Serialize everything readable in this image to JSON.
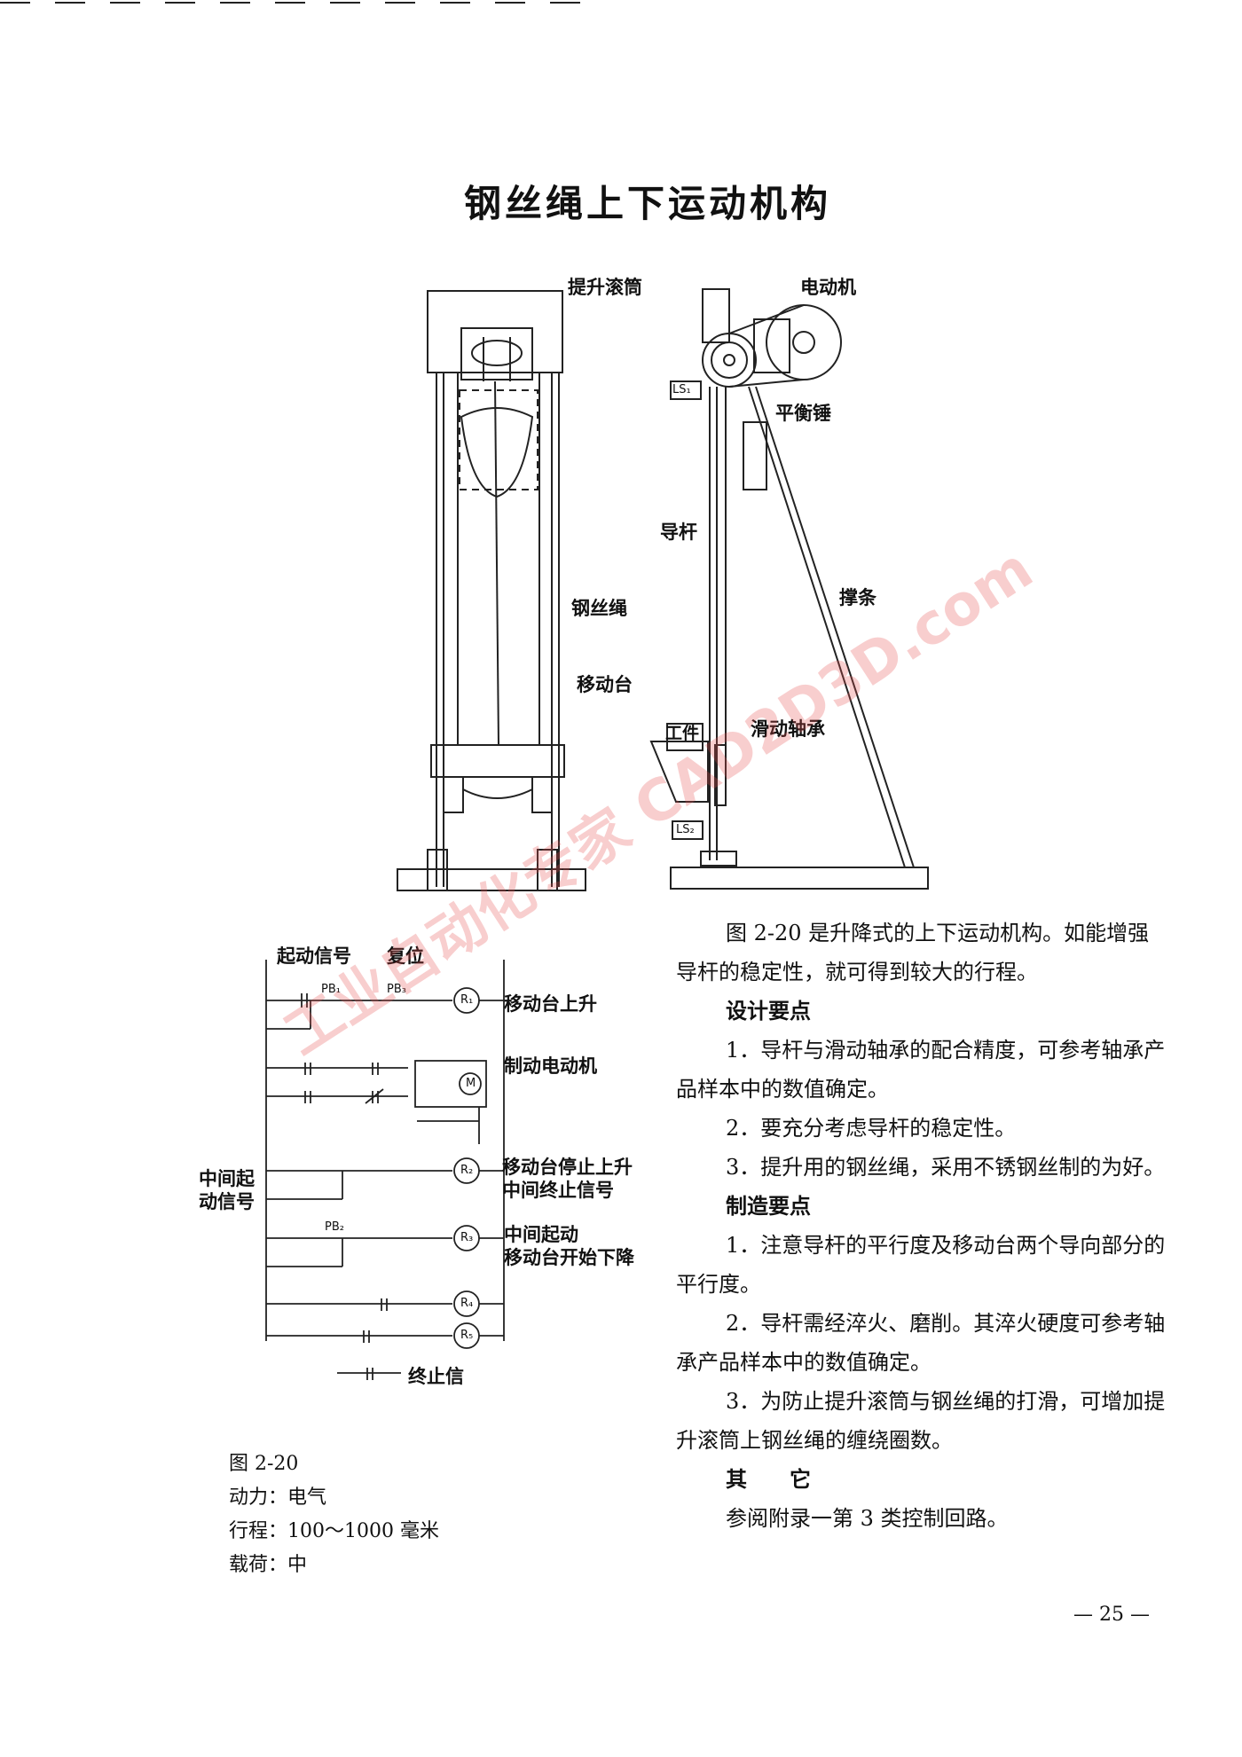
{
  "page": {
    "title": "钢丝绳上下运动机构",
    "page_number": "— 25 —"
  },
  "figure": {
    "labels": {
      "drum": "提升滚筒",
      "motor": "电动机",
      "ls1": "LS₁",
      "counterweight": "平衡锤",
      "guide_rod": "导杆",
      "strut": "撑条",
      "wire_rope": "钢丝绳",
      "moving_table": "移动台",
      "workpiece": "工件",
      "slide_bearing": "滑动轴承",
      "ls2": "LS₂"
    }
  },
  "circuit": {
    "labels": {
      "start_signal": "起动信号",
      "reset": "复位",
      "table_up": "移动台上升",
      "brake_motor": "制动电动机",
      "stop_rise": "移动台停止上升",
      "mid_stop_signal": "中间终止信号",
      "mid_start_signal": "中间起动信号",
      "mid_start": "中间起动",
      "table_down": "移动台开始下降",
      "end_value": "终止信",
      "pb1": "PB₁",
      "pb3": "PB₃",
      "pb2": "PB₂",
      "r1": "R₁",
      "r2": "R₂",
      "r3": "R₃",
      "r4": "R₄",
      "r5": "R₅",
      "m": "M"
    }
  },
  "text": {
    "intro": "图 2-20 是升降式的上下运动机构。如能增强导杆的稳定性，就可得到较大的行程。",
    "design_heading": "设计要点",
    "design": [
      "1．导杆与滑动轴承的配合精度，可参考轴承产品样本中的数值确定。",
      "2．要充分考虑导杆的稳定性。",
      "3．提升用的钢丝绳，采用不锈钢丝制的为好。"
    ],
    "mfg_heading": "制造要点",
    "mfg": [
      "1．注意导杆的平行度及移动台两个导向部分的平行度。",
      "2．导杆需经淬火、磨削。其淬火硬度可参考轴承产品样本中的数值确定。",
      "3．为防止提升滚筒与钢丝绳的打滑，可增加提升滚筒上钢丝绳的缠绕圈数。"
    ],
    "other_heading": "其　　它",
    "other": "参阅附录一第 3 类控制回路。"
  },
  "meta": {
    "fig_no": "图 2-20",
    "power": "动力：电气",
    "stroke": "行程：100～1000 毫米",
    "load": "载荷：中"
  },
  "watermark": "工业自动化专家 CAD2D3D.com"
}
